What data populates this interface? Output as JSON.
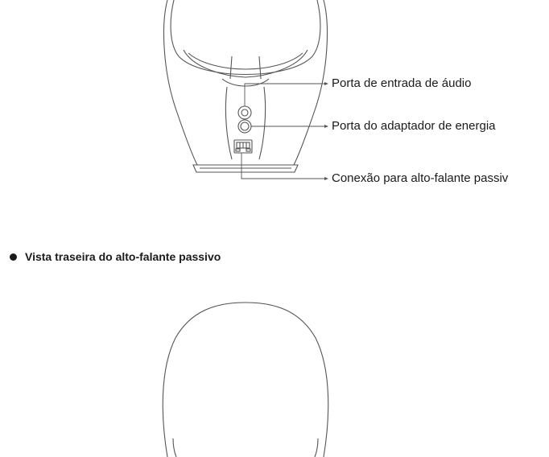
{
  "top_figure": {
    "callouts": [
      "Porta de entrada de áudio",
      "Porta do adaptador de energia",
      "Conexão para alto-falante passiv"
    ]
  },
  "section": {
    "bullet_icon": "filled-circle-bullet",
    "heading": "Vista traseira do alto-falante passivo"
  },
  "colors": {
    "line": "#555555",
    "text": "#1a1a1a"
  }
}
